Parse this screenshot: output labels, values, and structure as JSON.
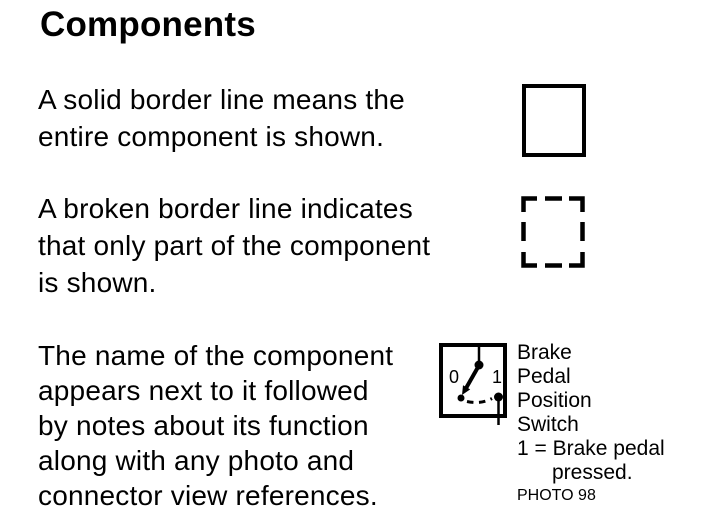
{
  "page": {
    "title": "Components",
    "background": "#ffffff",
    "ink": "#000000"
  },
  "legend": {
    "solid_border": {
      "text": "A solid border line means the\nentire component is shown."
    },
    "broken_border": {
      "text": "A broken border line indicates\nthat only part of the component\nis shown."
    },
    "component_name": {
      "text": "The name of the component\nappears next to it followed\nby notes about its function\nalong with any photo and\nconnector view references."
    }
  },
  "example": {
    "switch_off_label": "0",
    "switch_on_label": "1",
    "component_name": "Brake\nPedal\nPosition\nSwitch",
    "function_note": "1 = Brake pedal\n      pressed.",
    "photo_ref": "PHOTO 98"
  }
}
